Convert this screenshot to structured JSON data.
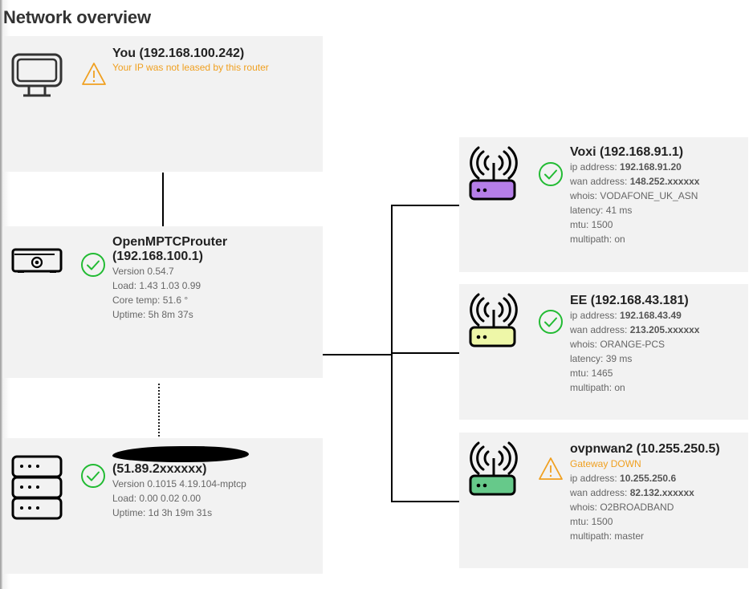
{
  "page": {
    "title": "Network overview"
  },
  "colors": {
    "card_bg": "#f2f2f2",
    "ok_green": "#22bb33",
    "warn_orange": "#f0a020",
    "voxi_router": "#b57ee8",
    "ee_router": "#eef7a8",
    "ovpn_router": "#66c98a"
  },
  "client": {
    "icon": "monitor-icon",
    "status_icon": "warning-icon",
    "title": "You (192.168.100.242)",
    "warning": "Your IP was not leased by this router"
  },
  "router": {
    "icon": "router-box-icon",
    "status_icon": "check-circle-icon",
    "title_line1": "OpenMPTCProuter",
    "title_line2": "(192.168.100.1)",
    "version": "Version 0.54.7",
    "load": "Load: 1.43 1.03 0.99",
    "core_temp": "Core temp: 51.6 °",
    "uptime": "Uptime: 5h 8m 37s"
  },
  "server": {
    "icon": "server-stack-icon",
    "status_icon": "check-circle-icon",
    "title_line1_redacted": true,
    "title_line2": "(51.89.2xxxxxx)",
    "version": "Version 0.1015 4.19.104-mptcp",
    "load": "Load: 0.00 0.02 0.00",
    "uptime": "Uptime: 1d 3h 19m 31s"
  },
  "wans": [
    {
      "icon": "wifi-router-icon",
      "status_icon": "check-circle-icon",
      "title": "Voxi (192.168.91.1)",
      "warning": null,
      "ip_label": "ip address: ",
      "ip_value": "192.168.91.20",
      "wan_label": "wan address: ",
      "wan_value": "148.252.xxxxxx",
      "whois": "whois: VODAFONE_UK_ASN",
      "latency": "latency: 41 ms",
      "mtu": "mtu: 1500",
      "multipath": "multipath: on"
    },
    {
      "icon": "wifi-router-icon",
      "status_icon": "check-circle-icon",
      "title": "EE (192.168.43.181)",
      "warning": null,
      "ip_label": "ip address: ",
      "ip_value": "192.168.43.49",
      "wan_label": "wan address: ",
      "wan_value": "213.205.xxxxxx",
      "whois": "whois: ORANGE-PCS",
      "latency": "latency: 39 ms",
      "mtu": "mtu: 1465",
      "multipath": "multipath: on"
    },
    {
      "icon": "wifi-router-icon",
      "status_icon": "warning-icon",
      "title": "ovpnwan2 (10.255.250.5)",
      "warning": "Gateway DOWN",
      "ip_label": "ip address: ",
      "ip_value": "10.255.250.6",
      "wan_label": "wan address: ",
      "wan_value": "82.132.xxxxxx",
      "whois": "whois: O2BROADBAND",
      "mtu": "mtu: 1500",
      "multipath": "multipath: master"
    }
  ]
}
